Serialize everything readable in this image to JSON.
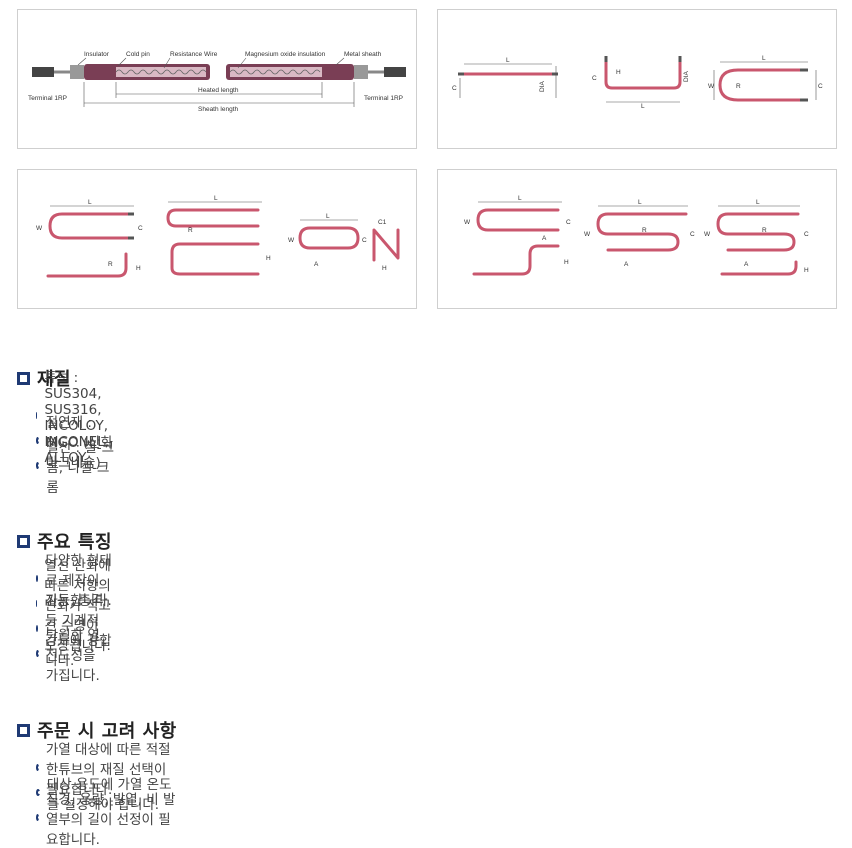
{
  "diagrams": {
    "heater_labels": {
      "insulator": "Insulator",
      "cold_pin": "Cold pin",
      "resistance_wire": "Resistance Wire",
      "mgo": "Magnesium oxide insulation",
      "metal_sheath": "Metal sheath",
      "terminal_left": "Terminal 1RP",
      "terminal_right": "Terminal 1RP",
      "heated_length": "Heated length",
      "sheath_length": "Sheath length"
    },
    "dim_labels": {
      "L": "L",
      "C": "C",
      "DIA": "DIA",
      "W": "W",
      "H": "H",
      "R": "R",
      "A": "A",
      "C1": "C1"
    }
  },
  "sections": [
    {
      "title": "재질",
      "items": [
        "튜브 : SUS304, SUS316, INCOLOY, INCONEL, ALLOY",
        "절연재 : MGO (산화마그네슘)",
        "열선 : 철-크롬, 니켈-크롬"
      ]
    },
    {
      "title": "주요 특징",
      "items": [
        "다양한 형태로 제작이 가능합니다.",
        "열선 산화에 따른 저항의 변화가 적고 긴 수명이 보장됩니다.",
        "진동, 충격 등 기계적 강도에 강합니다.",
        "탁월한 열 전도성을 가집니다."
      ]
    },
    {
      "title": "주문 시 고려 사항",
      "items": [
        "가열 대상에 따른 적절한튜브의 재질 선택이 필요합니다.",
        "대상 용도에 가열 온도를 설정해야 합니다.",
        "직경, 용량, 발열, 비 발열부의 길이 선정이 필요합니다."
      ]
    }
  ],
  "colors": {
    "accent": "#1f3a74",
    "tube": "#c9576e"
  }
}
